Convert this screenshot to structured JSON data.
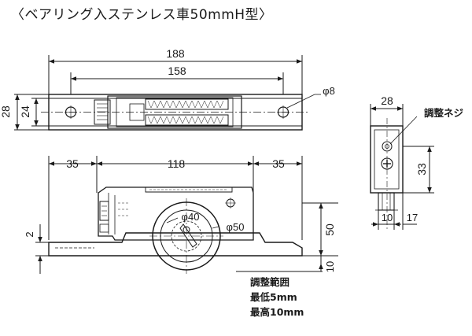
{
  "title": "〈ベアリング入ステンレス車50mmH型〉",
  "top_view": {
    "length_total": "188",
    "length_holes": "158",
    "height_total": "28",
    "height_inner": "24",
    "hole_dia": "φ8"
  },
  "side_view": {
    "left_offset": "35",
    "center_span": "118",
    "right_offset": "35",
    "bottom_clearance": "2",
    "wheel_inner": "φ40",
    "wheel_outer": "φ50",
    "height": "50",
    "base": "10"
  },
  "end_view": {
    "width": "28",
    "screw_label": "調整ネジ",
    "height": "33",
    "bottom_a": "10",
    "bottom_b": "17"
  },
  "adjust_note": {
    "title": "調整範囲",
    "min": "最低5mm",
    "max": "最高10mm"
  },
  "colors": {
    "line": "#1a1a1a",
    "part": "#333333"
  }
}
